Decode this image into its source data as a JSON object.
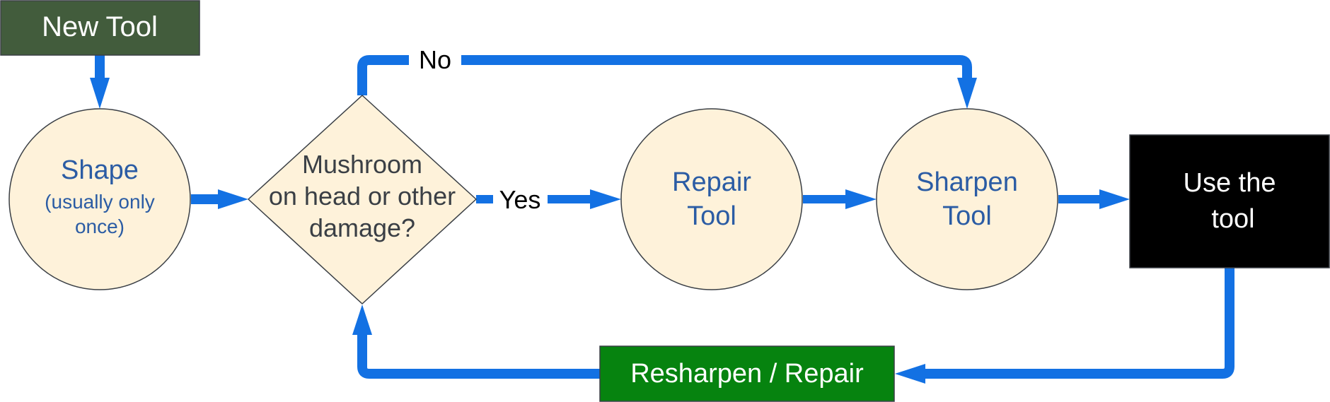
{
  "diagram": {
    "type": "flowchart",
    "colors": {
      "connector": "#1371e3",
      "circle_fill": "#fef2da",
      "circle_text": "#2b5ca4",
      "decision_text": "#3a3f45",
      "new_tool_fill": "#425c3c",
      "use_tool_fill": "#000000",
      "resharpen_fill": "#06830f",
      "node_stroke": "#3a3f45"
    },
    "nodes": {
      "new_tool": {
        "label": "New Tool"
      },
      "shape": {
        "line1": "Shape",
        "line2": "(usually only",
        "line3": "once)"
      },
      "decision": {
        "line1": "Mushroom",
        "line2": "on head or other",
        "line3": "damage?"
      },
      "repair": {
        "line1": "Repair",
        "line2": "Tool"
      },
      "sharpen": {
        "line1": "Sharpen",
        "line2": "Tool"
      },
      "use_tool": {
        "line1": "Use the",
        "line2": "tool"
      },
      "resharpen": {
        "label": "Resharpen / Repair"
      }
    },
    "edge_labels": {
      "no": "No",
      "yes": "Yes"
    }
  }
}
